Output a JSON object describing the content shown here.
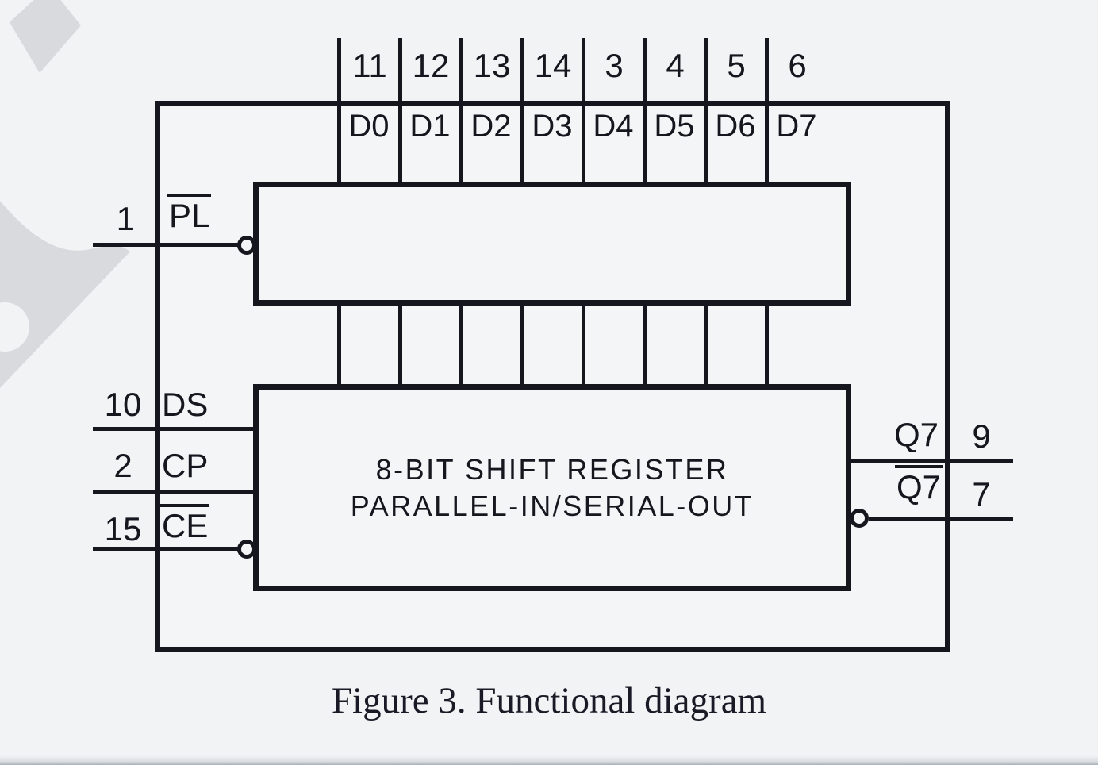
{
  "figure": {
    "caption": "Figure 3. Functional diagram",
    "chip": {
      "line1": "8-BIT SHIFT REGISTER",
      "line2": "PARALLEL-IN/SERIAL-OUT"
    },
    "top_pins": [
      {
        "pin": "11",
        "label": "D0"
      },
      {
        "pin": "12",
        "label": "D1"
      },
      {
        "pin": "13",
        "label": "D2"
      },
      {
        "pin": "14",
        "label": "D3"
      },
      {
        "pin": "3",
        "label": "D4"
      },
      {
        "pin": "4",
        "label": "D5"
      },
      {
        "pin": "5",
        "label": "D6"
      },
      {
        "pin": "6",
        "label": "D7"
      }
    ],
    "left_pins": [
      {
        "pin": "1",
        "label": "PL",
        "overline": true,
        "active_low_bubble": true
      },
      {
        "pin": "10",
        "label": "DS",
        "overline": false,
        "active_low_bubble": false
      },
      {
        "pin": "2",
        "label": "CP",
        "overline": false,
        "active_low_bubble": false
      },
      {
        "pin": "15",
        "label": "CE",
        "overline": true,
        "active_low_bubble": true
      }
    ],
    "right_pins": [
      {
        "pin": "9",
        "label": "Q7",
        "overline": false,
        "active_low_bubble": false
      },
      {
        "pin": "7",
        "label": "Q7",
        "overline": true,
        "active_low_bubble": true
      }
    ],
    "colors": {
      "line": "#16161f",
      "background": "#f2f3f5",
      "watermark": "#d8dadd"
    }
  }
}
